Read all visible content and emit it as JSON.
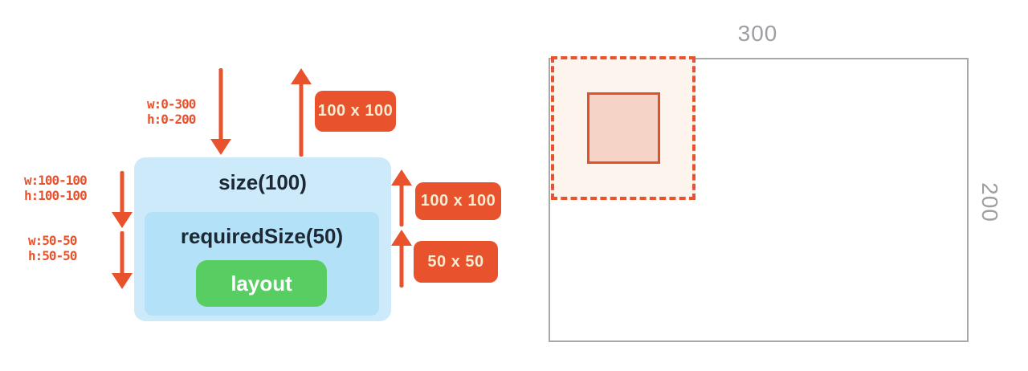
{
  "modifier_chain_diagram": {
    "incoming_constraints": {
      "line1": "w:0-300",
      "line2": "h:0-200"
    },
    "size_constraints": {
      "line1": "w:100-100",
      "line2": "h:100-100"
    },
    "required_size_constraints": {
      "line1": "w:50-50",
      "line2": "h:50-50"
    },
    "outer_box_label": "size(100)",
    "inner_box_label": "requiredSize(50)",
    "layout_node_label": "layout",
    "reported_size_top_badge": "100 x 100",
    "reported_size_mid_badge": "100 x 100",
    "reported_size_inner_badge": "50 x 50"
  },
  "placement_preview": {
    "parent_width_label": "300",
    "parent_height_label": "200"
  },
  "colors": {
    "orange_accent": "#e8522c",
    "badge_text": "#f7ecd2",
    "outer_box_bg": "#cdeafa",
    "inner_box_bg": "#b3e1f8",
    "layout_node_green": "#58cd61",
    "box_text": "#1c2834",
    "gray_dimension_label": "#9e9ea3",
    "parent_rect_border": "#a8a8a8",
    "measured_area_fill": "#fdf4ed",
    "placed_square_fill": "#f5d3c7"
  }
}
